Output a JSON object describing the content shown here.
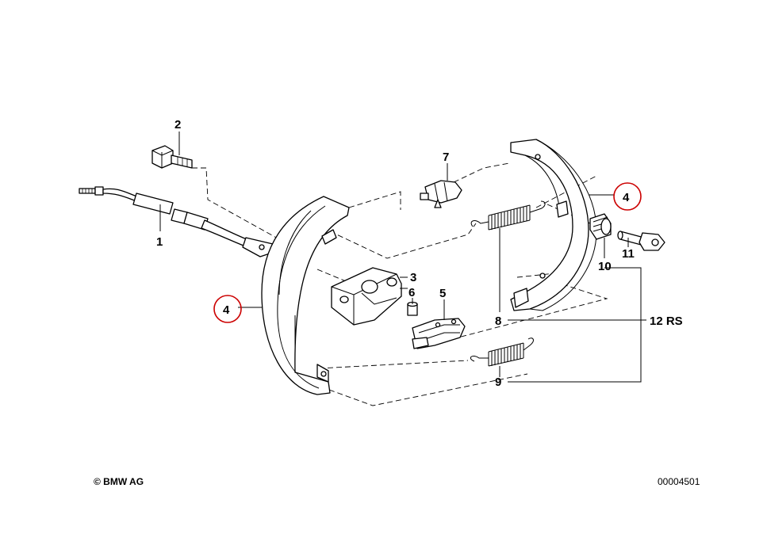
{
  "labels": {
    "cable": "1",
    "bolt": "2",
    "expander_housing": "3",
    "shoe_left": "4",
    "shoe_right": "4",
    "expander": "5",
    "pin": "6",
    "adjuster": "7",
    "spring_upper": "8",
    "spring_lower": "9",
    "spring_cup": "10",
    "hold_down_pin": "11",
    "kit": "12 RS"
  },
  "footer": {
    "copyright": "© BMW AG",
    "diagram_number": "00004501"
  },
  "colors": {
    "highlight": "#cc0000",
    "line": "#000000"
  }
}
